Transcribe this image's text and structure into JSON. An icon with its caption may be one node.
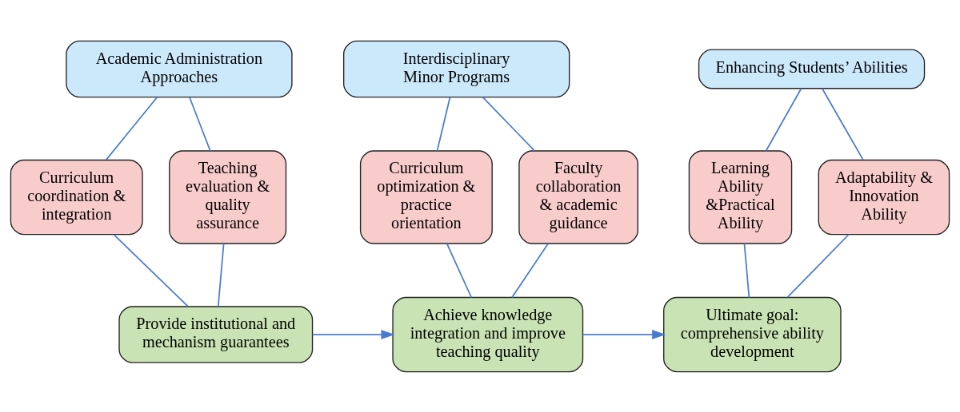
{
  "diagram": {
    "nodes": [
      {
        "text": [
          "Academic Administration Approaches"
        ]
      },
      {
        "text": [
          "Interdisciplinary Minor Programs"
        ]
      },
      {
        "text": [
          "Enhancing Students’ Abilities"
        ]
      },
      {
        "text": [
          "Curriculum coordination & integration"
        ]
      },
      {
        "text": [
          "Teaching evaluation & quality assurance"
        ]
      },
      {
        "text": [
          "Curriculum optimization & practice orientation"
        ]
      },
      {
        "text": [
          "Faculty collaboration & academic guidance"
        ]
      },
      {
        "text": [
          "Learning Ability &Practical Ability"
        ]
      },
      {
        "text": [
          "Adaptability & Innovation Ability"
        ]
      },
      {
        "text": [
          "Provide institutional and mechanism guarantees"
        ]
      },
      {
        "text": [
          "Achieve knowledge integration and improve teaching quality"
        ]
      },
      {
        "text": [
          "Ultimate goal: comprehensive ability development"
        ]
      }
    ],
    "edges": [
      {
        "from": 0,
        "to": 3,
        "arrow": "none"
      },
      {
        "from": 0,
        "to": 4,
        "arrow": "none"
      },
      {
        "from": 1,
        "to": 5,
        "arrow": "none"
      },
      {
        "from": 1,
        "to": 6,
        "arrow": "none"
      },
      {
        "from": 2,
        "to": 7,
        "arrow": "none"
      },
      {
        "from": 2,
        "to": 8,
        "arrow": "none"
      },
      {
        "from": 3,
        "to": 9,
        "arrow": "none"
      },
      {
        "from": 4,
        "to": 9,
        "arrow": "none"
      },
      {
        "from": 5,
        "to": 10,
        "arrow": "none"
      },
      {
        "from": 6,
        "to": 10,
        "arrow": "none"
      },
      {
        "from": 7,
        "to": 11,
        "arrow": "none"
      },
      {
        "from": 8,
        "to": 11,
        "arrow": "none"
      },
      {
        "from": 9,
        "to": 10,
        "arrow": "to"
      },
      {
        "from": 10,
        "to": 11,
        "arrow": "to"
      }
    ]
  }
}
